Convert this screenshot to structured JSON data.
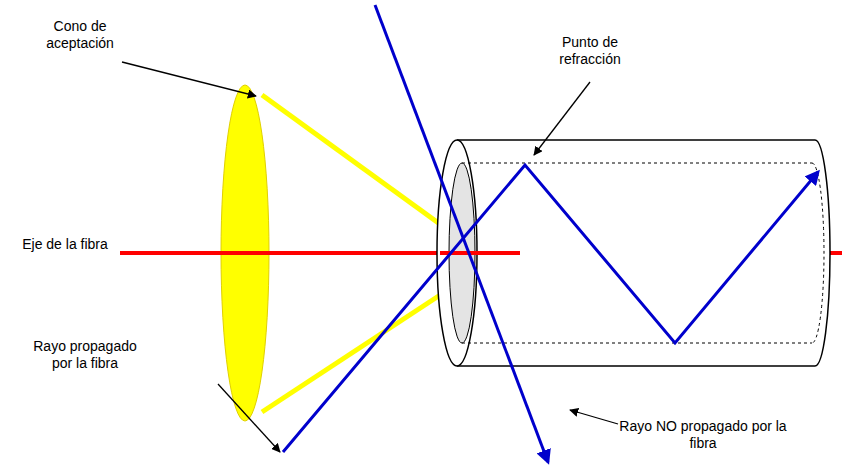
{
  "diagram": {
    "labels": [
      "Cono de aceptación",
      "Punto de refracción",
      "Eje de la fibra",
      "Rayo propagado por la fibra",
      "Rayo NO propagado por la fibra"
    ]
  }
}
